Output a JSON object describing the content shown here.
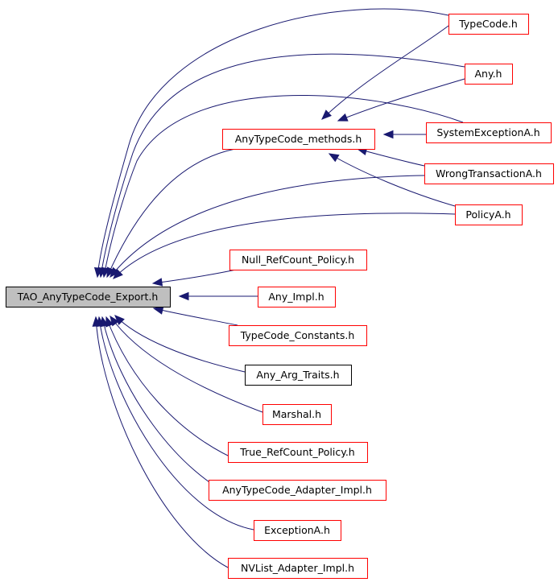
{
  "diagram": {
    "colors": {
      "edge": "#191970",
      "root_fill": "#bfbfbf",
      "root_border": "#000000",
      "red_border": "#ff0000",
      "black_border": "#000000",
      "node_fill": "#ffffff"
    },
    "nodes": [
      {
        "id": "root",
        "label": "TAO_AnyTypeCode_Export.h",
        "style": "root"
      },
      {
        "id": "typecode",
        "label": "TypeCode.h",
        "style": "red"
      },
      {
        "id": "any",
        "label": "Any.h",
        "style": "red"
      },
      {
        "id": "methods",
        "label": "AnyTypeCode_methods.h",
        "style": "red"
      },
      {
        "id": "sysexc",
        "label": "SystemExceptionA.h",
        "style": "red"
      },
      {
        "id": "wrongtx",
        "label": "WrongTransactionA.h",
        "style": "red"
      },
      {
        "id": "policya",
        "label": "PolicyA.h",
        "style": "red"
      },
      {
        "id": "nullref",
        "label": "Null_RefCount_Policy.h",
        "style": "red"
      },
      {
        "id": "anyimpl",
        "label": "Any_Impl.h",
        "style": "red"
      },
      {
        "id": "tcconst",
        "label": "TypeCode_Constants.h",
        "style": "red"
      },
      {
        "id": "anyarg",
        "label": "Any_Arg_Traits.h",
        "style": "black"
      },
      {
        "id": "marshal",
        "label": "Marshal.h",
        "style": "red"
      },
      {
        "id": "trueref",
        "label": "True_RefCount_Policy.h",
        "style": "red"
      },
      {
        "id": "adapter",
        "label": "AnyTypeCode_Adapter_Impl.h",
        "style": "red"
      },
      {
        "id": "exca",
        "label": "ExceptionA.h",
        "style": "red"
      },
      {
        "id": "nvlist",
        "label": "NVList_Adapter_Impl.h",
        "style": "red"
      }
    ],
    "edges": [
      {
        "from": "typecode",
        "to": "root"
      },
      {
        "from": "any",
        "to": "root"
      },
      {
        "from": "sysexc",
        "to": "root"
      },
      {
        "from": "methods",
        "to": "root"
      },
      {
        "from": "wrongtx",
        "to": "root"
      },
      {
        "from": "policya",
        "to": "root"
      },
      {
        "from": "nullref",
        "to": "root"
      },
      {
        "from": "anyimpl",
        "to": "root"
      },
      {
        "from": "tcconst",
        "to": "root"
      },
      {
        "from": "anyarg",
        "to": "root"
      },
      {
        "from": "marshal",
        "to": "root"
      },
      {
        "from": "trueref",
        "to": "root"
      },
      {
        "from": "adapter",
        "to": "root"
      },
      {
        "from": "exca",
        "to": "root"
      },
      {
        "from": "nvlist",
        "to": "root"
      },
      {
        "from": "typecode",
        "to": "methods"
      },
      {
        "from": "any",
        "to": "methods"
      },
      {
        "from": "sysexc",
        "to": "methods"
      },
      {
        "from": "wrongtx",
        "to": "methods"
      },
      {
        "from": "policya",
        "to": "methods"
      }
    ]
  }
}
